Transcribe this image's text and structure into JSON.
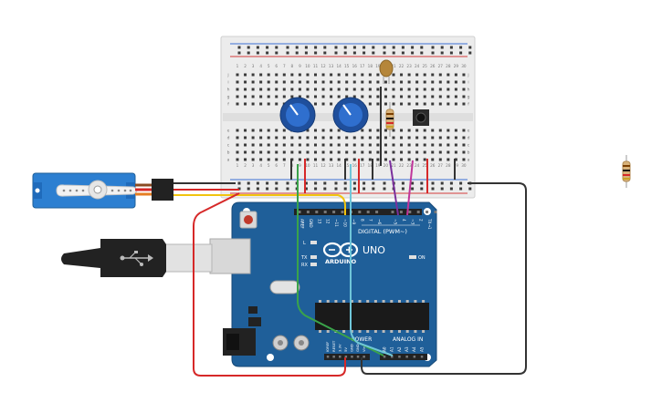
{
  "colors": {
    "board": "#1f5f99",
    "board_dark": "#174a78",
    "breadboard": "#eeeeee",
    "rail_red": "#d33b3b",
    "rail_blue": "#3b6fd3",
    "wire_red": "#d62828",
    "wire_yellow": "#f1c40f",
    "wire_black": "#333333",
    "wire_green": "#3aa34a",
    "wire_cyan": "#6fc6d9",
    "wire_purple": "#7a2f9c",
    "wire_magenta": "#c0359a",
    "wire_orange": "#e67e22",
    "servo_blue": "#2c7fd1",
    "pot_blue": "#1f4f9c"
  },
  "arduino": {
    "brand": "ARDUINO",
    "model": "UNO",
    "digital_label": "DIGITAL (PWM~)",
    "analog_label": "ANALOG IN",
    "power_label": "POWER",
    "on_label": "ON",
    "led_l": "L",
    "led_tx": "TX",
    "led_rx": "RX",
    "aref": "AREF",
    "gnd": "GND",
    "digital_pins": [
      "13",
      "12",
      "~11",
      "~10",
      "~9",
      "8",
      "7",
      "~6",
      "~5",
      "4",
      "~3",
      "2",
      "TX→1",
      "RX←0"
    ],
    "power_pins": [
      "IOREF",
      "RESET",
      "3.3V",
      "5V",
      "GND",
      "GND",
      "Vin"
    ],
    "analog_pins": [
      "A0",
      "A1",
      "A2",
      "A3",
      "A4",
      "A5"
    ]
  },
  "breadboard": {
    "rows_top": [
      "j",
      "i",
      "h",
      "g",
      "f"
    ],
    "rows_bottom": [
      "e",
      "d",
      "c",
      "b",
      "a"
    ],
    "columns": [
      "1",
      "2",
      "3",
      "4",
      "5",
      "6",
      "7",
      "8",
      "9",
      "10",
      "11",
      "12",
      "13",
      "14",
      "15",
      "16",
      "17",
      "18",
      "19",
      "20",
      "21",
      "22",
      "23",
      "24",
      "25",
      "26",
      "27",
      "28",
      "29",
      "30"
    ]
  },
  "icons": {
    "usb": "usb-icon",
    "infinity": "arduino-logo-icon"
  }
}
